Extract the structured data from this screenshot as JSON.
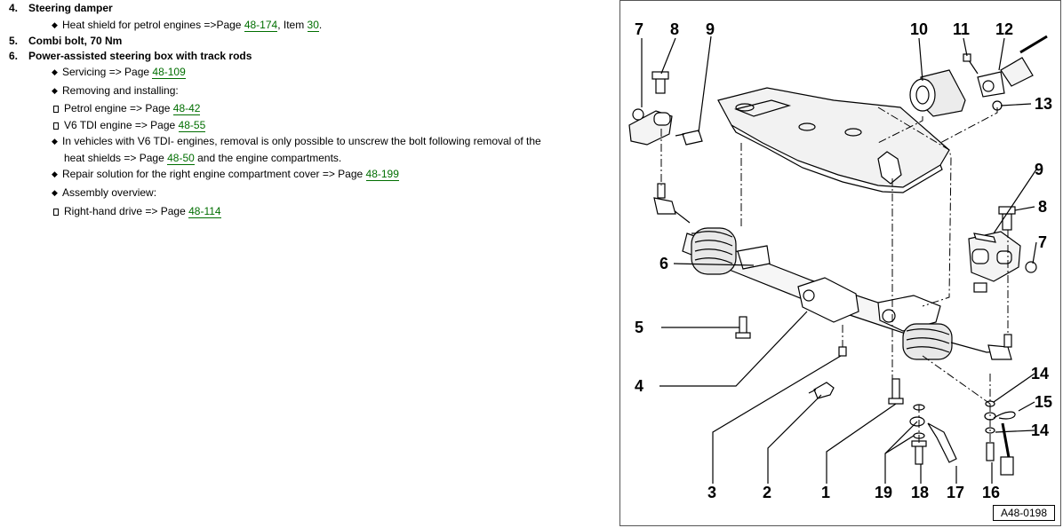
{
  "items": {
    "i4": {
      "num": "4.",
      "title": "Steering damper"
    },
    "i4_sub1": {
      "pre": "Heat shield for petrol engines =>Page ",
      "link": "48-174",
      "mid": ", Item ",
      "link2": "30",
      "post": "."
    },
    "i5": {
      "num": "5.",
      "title": "Combi bolt, 70 Nm"
    },
    "i6": {
      "num": "6.",
      "title": "Power-assisted steering box with track rods"
    },
    "i6_servicing": {
      "pre": "Servicing => Page ",
      "link": "48-109"
    },
    "i6_removing": {
      "text": "Removing and installing:"
    },
    "i6_petrol": {
      "pre": "Petrol engine => Page ",
      "link": "48-42"
    },
    "i6_v6": {
      "pre": "V6 TDI engine => Page ",
      "link": "48-55"
    },
    "i6_note_line1": {
      "text": "In vehicles with V6 TDI- engines, removal is only possible to unscrew the bolt following removal of the"
    },
    "i6_note_line2": {
      "pre": "heat shields => Page ",
      "link": "48-50",
      "post": " and the engine compartments."
    },
    "i6_repair": {
      "pre": "Repair solution for the right engine compartment cover => Page ",
      "link": "48-199"
    },
    "i6_assembly": {
      "text": "Assembly overview:"
    },
    "i6_rhd": {
      "pre": "Right-hand drive => Page ",
      "link": "48-114"
    }
  },
  "figure": {
    "ref": "A48-0198",
    "callouts": {
      "c7a": "7",
      "c8a": "8",
      "c9a": "9",
      "c10": "10",
      "c11": "11",
      "c12": "12",
      "c13": "13",
      "c9b": "9",
      "c8b": "8",
      "c7b": "7",
      "c6": "6",
      "c5": "5",
      "c4": "4",
      "c14a": "14",
      "c15": "15",
      "c14b": "14",
      "c3": "3",
      "c2": "2",
      "c1": "1",
      "c19": "19",
      "c18": "18",
      "c17": "17",
      "c16": "16"
    }
  }
}
